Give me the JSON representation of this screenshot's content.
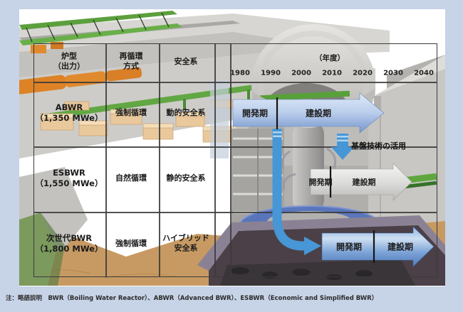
{
  "colors": {
    "frame_background": "#c7d3e6",
    "grid_line": "#3a3a3a",
    "abwr_arrow_blue": "#7e9fd3",
    "esbwr_arrow_silver": "#d9dad8",
    "nextgen_arrow_blue": "#6a93c9",
    "flow_arrow_blue": "#4796d6",
    "crane_green": "#5fa23f",
    "turbine_orange": "#e0862c",
    "pool_blue": "#5371bd",
    "earth_tan": "#c79a63"
  },
  "table": {
    "headers": {
      "reactor_type_line1": "炉型",
      "reactor_type_line2": "（出力）",
      "recirculation_line1": "再循環",
      "recirculation_line2": "方式",
      "safety": "安全系",
      "timeline_unit": "（年度）"
    },
    "timeline_years": [
      "1980",
      "1990",
      "2000",
      "2010",
      "2020",
      "2030",
      "2040"
    ],
    "rows": [
      {
        "reactor": "ABWR",
        "output": "（1,350 MWe）",
        "recirculation": "強制循環",
        "safety": "動的安全系",
        "phase_dev": "開発期",
        "phase_build": "建設期"
      },
      {
        "reactor": "ESBWR",
        "output": "（1,550 MWe）",
        "recirculation": "自然循環",
        "safety": "静的安全系",
        "phase_dev": "開発期",
        "phase_build": "建設期"
      },
      {
        "reactor": "次世代BWR",
        "output": "（1,800 MWe）",
        "recirculation": "強制循環",
        "safety_line1": "ハイブリッド",
        "safety_line2": "安全系",
        "phase_dev": "開発期",
        "phase_build": "建設期"
      }
    ]
  },
  "annotations": {
    "base_technology": "基盤技術の活用"
  },
  "note": "注：略語説明　BWR（Boiling Water Reactor）、ABWR（Advanced BWR）、ESBWR（Economic and Simplified BWR）",
  "chart_data": {
    "type": "gantt",
    "unit_label": "（年度）",
    "axis_years": [
      1980,
      1990,
      2000,
      2010,
      2020,
      2030,
      2040
    ],
    "rows": [
      {
        "name": "ABWR",
        "phases": [
          {
            "label": "開発期",
            "start": 1978,
            "end": 1992
          },
          {
            "label": "建設期",
            "start": 1992,
            "end": 2027
          }
        ]
      },
      {
        "name": "ESBWR",
        "phases": [
          {
            "label": "開発期",
            "start": 2003,
            "end": 2010
          },
          {
            "label": "建設期",
            "start": 2010,
            "end": 2036
          }
        ]
      },
      {
        "name": "次世代BWR",
        "phases": [
          {
            "label": "開発期",
            "start": 2007,
            "end": 2024
          },
          {
            "label": "建設期",
            "start": 2024,
            "end": 2043
          }
        ]
      }
    ],
    "flow_annotation": "基盤技術の活用"
  }
}
